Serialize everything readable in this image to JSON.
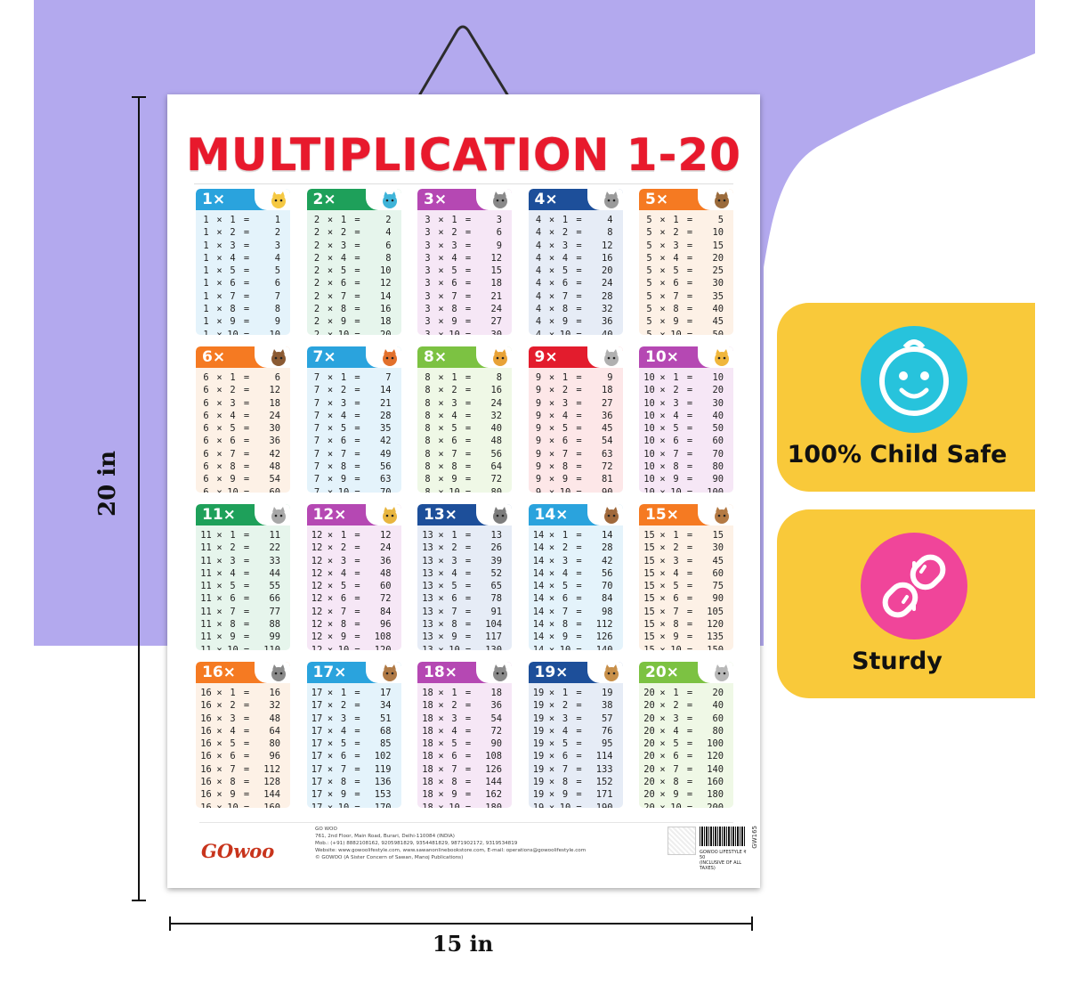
{
  "poster": {
    "title": "MULTIPLICATION 1-20",
    "brand": "GOwoo",
    "footer_lines": [
      "GO WOO",
      "761, 2nd Floor, Main Road, Burari, Delhi-110084 (INDIA)",
      "Mob.: (+91) 8882108162, 9205981829, 9354481829, 9871902172, 9319534819",
      "Website: www.gowoolifestyle.com, www.sawanonlinebookstore.com, E-mail: operations@gowoolifestyle.com",
      "© GOWOO (A Sister Concern of Sawan, Manoj Publications)"
    ],
    "price_lines": [
      "GOWOO LIFESTYLE  ₹ 50",
      "(INCLUSIVE OF ALL TAXES)"
    ],
    "product_code": "GW165",
    "tables": [
      {
        "n": 1,
        "label": "1×",
        "color": "#2aa3dd",
        "bg": "#e4f3fb",
        "animal": "duck-icon",
        "animal_color": "#f5c842"
      },
      {
        "n": 2,
        "label": "2×",
        "color": "#1ea05a",
        "bg": "#e6f5ec",
        "animal": "fish-icon",
        "animal_color": "#3fb4d9"
      },
      {
        "n": 3,
        "label": "3×",
        "color": "#b548b3",
        "bg": "#f6e7f6",
        "animal": "cat-icon",
        "animal_color": "#8a8a8a"
      },
      {
        "n": 4,
        "label": "4×",
        "color": "#1d4f9a",
        "bg": "#e6ecf6",
        "animal": "cat-icon",
        "animal_color": "#9a9a9a"
      },
      {
        "n": 5,
        "label": "5×",
        "color": "#f57a22",
        "bg": "#fdf1e6",
        "animal": "owl-icon",
        "animal_color": "#9b6b3c"
      },
      {
        "n": 6,
        "label": "6×",
        "color": "#f57a22",
        "bg": "#fdf1e6",
        "animal": "hedgehog-icon",
        "animal_color": "#8b5a32"
      },
      {
        "n": 7,
        "label": "7×",
        "color": "#2aa3dd",
        "bg": "#e4f3fb",
        "animal": "fox-icon",
        "animal_color": "#e2702c"
      },
      {
        "n": 8,
        "label": "8×",
        "color": "#7cc242",
        "bg": "#eff8e6",
        "animal": "lion-icon",
        "animal_color": "#e8a236"
      },
      {
        "n": 9,
        "label": "9×",
        "color": "#e31c2d",
        "bg": "#fde7e8",
        "animal": "cat-icon",
        "animal_color": "#b0b0b0"
      },
      {
        "n": 10,
        "label": "10×",
        "color": "#b548b3",
        "bg": "#f6e7f6",
        "animal": "giraffe-icon",
        "animal_color": "#f0b63c"
      },
      {
        "n": 11,
        "label": "11×",
        "color": "#1ea05a",
        "bg": "#e6f5ec",
        "animal": "mouse-icon",
        "animal_color": "#a8a8a8"
      },
      {
        "n": 12,
        "label": "12×",
        "color": "#b548b3",
        "bg": "#f6e7f6",
        "animal": "snail-icon",
        "animal_color": "#e8b640"
      },
      {
        "n": 13,
        "label": "13×",
        "color": "#1d4f9a",
        "bg": "#e6ecf6",
        "animal": "raccoon-icon",
        "animal_color": "#7d7d7d"
      },
      {
        "n": 14,
        "label": "14×",
        "color": "#2aa3dd",
        "bg": "#e4f3fb",
        "animal": "bear-icon",
        "animal_color": "#a0693c"
      },
      {
        "n": 15,
        "label": "15×",
        "color": "#f57a22",
        "bg": "#fdf1e6",
        "animal": "deer-icon",
        "animal_color": "#b47a44"
      },
      {
        "n": 16,
        "label": "16×",
        "color": "#f57a22",
        "bg": "#fdf1e6",
        "animal": "donkey-icon",
        "animal_color": "#8a8a8a"
      },
      {
        "n": 17,
        "label": "17×",
        "color": "#2aa3dd",
        "bg": "#e4f3fb",
        "animal": "kangaroo-icon",
        "animal_color": "#b07a46"
      },
      {
        "n": 18,
        "label": "18×",
        "color": "#b548b3",
        "bg": "#f6e7f6",
        "animal": "rhino-icon",
        "animal_color": "#8a8a8a"
      },
      {
        "n": 19,
        "label": "19×",
        "color": "#1d4f9a",
        "bg": "#e6ecf6",
        "animal": "monkey-icon",
        "animal_color": "#c8904a"
      },
      {
        "n": 20,
        "label": "20×",
        "color": "#7cc242",
        "bg": "#eff8e6",
        "animal": "cat-icon",
        "animal_color": "#b8b8b8"
      }
    ]
  },
  "dimensions": {
    "height_label": "20 in",
    "width_label": "15 in"
  },
  "features": [
    {
      "label": "100% Child Safe",
      "icon": "baby-face-icon",
      "color": "#27c3dc"
    },
    {
      "label": "Sturdy",
      "icon": "broken-bandage-icon",
      "color": "#f0459a"
    }
  ],
  "colors": {
    "background_blob": "#b3a9ee",
    "feature_bg": "#f9c93a",
    "title": "#e8192c"
  }
}
